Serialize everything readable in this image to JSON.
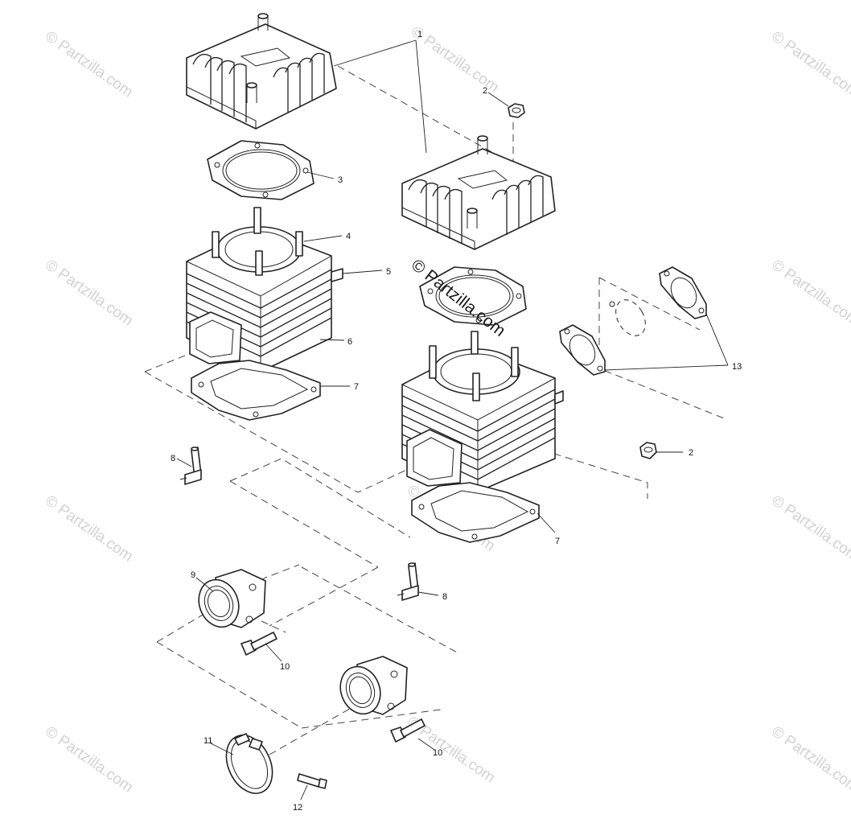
{
  "watermark": {
    "text": "© Partzilla.com",
    "center_text": "© Partzilla.com"
  },
  "callouts": {
    "c1": "1",
    "c2a": "2",
    "c2b": "2",
    "c3": "3",
    "c4": "4",
    "c5": "5",
    "c6": "6",
    "c7a": "7",
    "c7b": "7",
    "c8a": "8",
    "c8b": "8",
    "c9": "9",
    "c10a": "10",
    "c10b": "10",
    "c11": "11",
    "c12": "12",
    "c13": "13"
  }
}
